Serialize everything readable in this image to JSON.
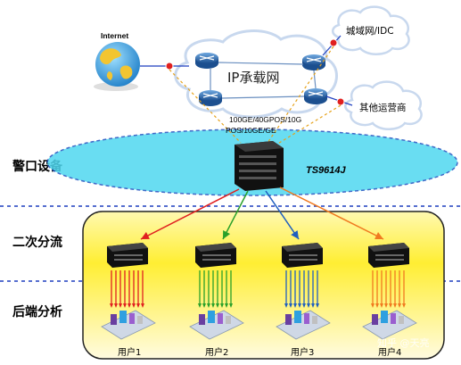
{
  "internet_label": "Internet",
  "core_network_label": "IP承载网",
  "metro_label": "城域网/IDC",
  "other_carrier_label": "其他运营商",
  "interfaces_line1": "100GE/40GPOS/10G",
  "interfaces_line2": "POS/10GE/GE",
  "device_label": "TS9614J",
  "sections": {
    "ingress": "警口设备",
    "split": "二次分流",
    "analysis": "后端分析"
  },
  "users": [
    "用户1",
    "用户2",
    "用户3",
    "用户4"
  ],
  "link_colors": [
    "#e02020",
    "#2aa02a",
    "#1f5fbf",
    "#f07a20"
  ],
  "watermark": "知乎 @天亮"
}
